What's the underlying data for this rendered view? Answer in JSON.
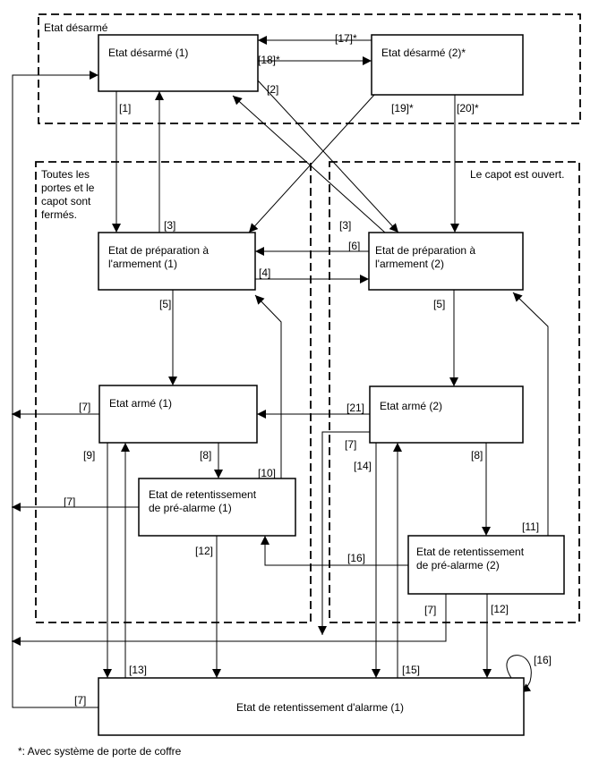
{
  "regions": {
    "disarmed_group": "Etat désarmé",
    "closed_group": [
      "Toutes les",
      "portes et le",
      "capot sont",
      "fermés."
    ],
    "open_group": "Le capot est ouvert."
  },
  "states": {
    "disarmed_1": [
      "Etat désarmé (1)"
    ],
    "disarmed_2": [
      "Etat désarmé (2)*"
    ],
    "prep_1": [
      "Etat de préparation à",
      "l'armement (1)"
    ],
    "prep_2": [
      "Etat de préparation à",
      "l'armement (2)"
    ],
    "armed_1": [
      "Etat armé (1)"
    ],
    "armed_2": [
      "Etat armé (2)"
    ],
    "prealarm_1": [
      "Etat de retentissement",
      "de pré-alarme (1)"
    ],
    "prealarm_2": [
      "Etat de retentissement",
      "de pré-alarme (2)"
    ],
    "alarm": [
      "Etat de retentissement d'alarme (1)"
    ]
  },
  "transitions": {
    "t1": "[1]",
    "t2": "[2]",
    "t3a": "[3]",
    "t3b": "[3]",
    "t4": "[4]",
    "t5a": "[5]",
    "t5b": "[5]",
    "t6": "[6]",
    "t7a": "[7]",
    "t7b": "[7]",
    "t7c": "[7]",
    "t7d": "[7]",
    "t7e": "[7]",
    "t8a": "[8]",
    "t8b": "[8]",
    "t9": "[9]",
    "t10": "[10]",
    "t11": "[11]",
    "t12a": "[12]",
    "t12b": "[12]",
    "t13": "[13]",
    "t14": "[14]",
    "t15": "[15]",
    "t16a": "[16]",
    "t16b": "[16]",
    "t17": "[17]*",
    "t18": "[18]*",
    "t19": "[19]*",
    "t20": "[20]*",
    "t21": "[21]"
  },
  "footnote": "*: Avec système de porte de coffre"
}
